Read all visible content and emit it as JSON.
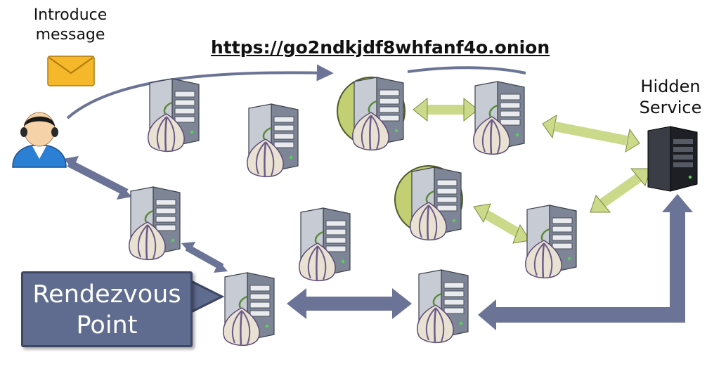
{
  "labels": {
    "introduce_line1": "Introduce",
    "introduce_line2": "message",
    "hidden_line1": "Hidden",
    "hidden_line2": "Service",
    "url": "https://go2ndkjdf8whfanf4o.onion",
    "rendezvous_line1": "Rendezvous",
    "rendezvous_line2": "Point"
  },
  "icons": {
    "user": "user-icon",
    "envelope": "envelope-icon",
    "relay": "tor-relay-server-icon",
    "hidden_service": "black-server-icon"
  },
  "colors": {
    "slate_arrow": "#6b7496",
    "slate_arrow_dark": "#4a5273",
    "green_arrow": "#cbd98a",
    "green_circle": "#c2cf72",
    "callout_fill": "#5f6c8f",
    "onion_purple": "#6b5a8a",
    "server_gray": "#b5b9c2"
  }
}
